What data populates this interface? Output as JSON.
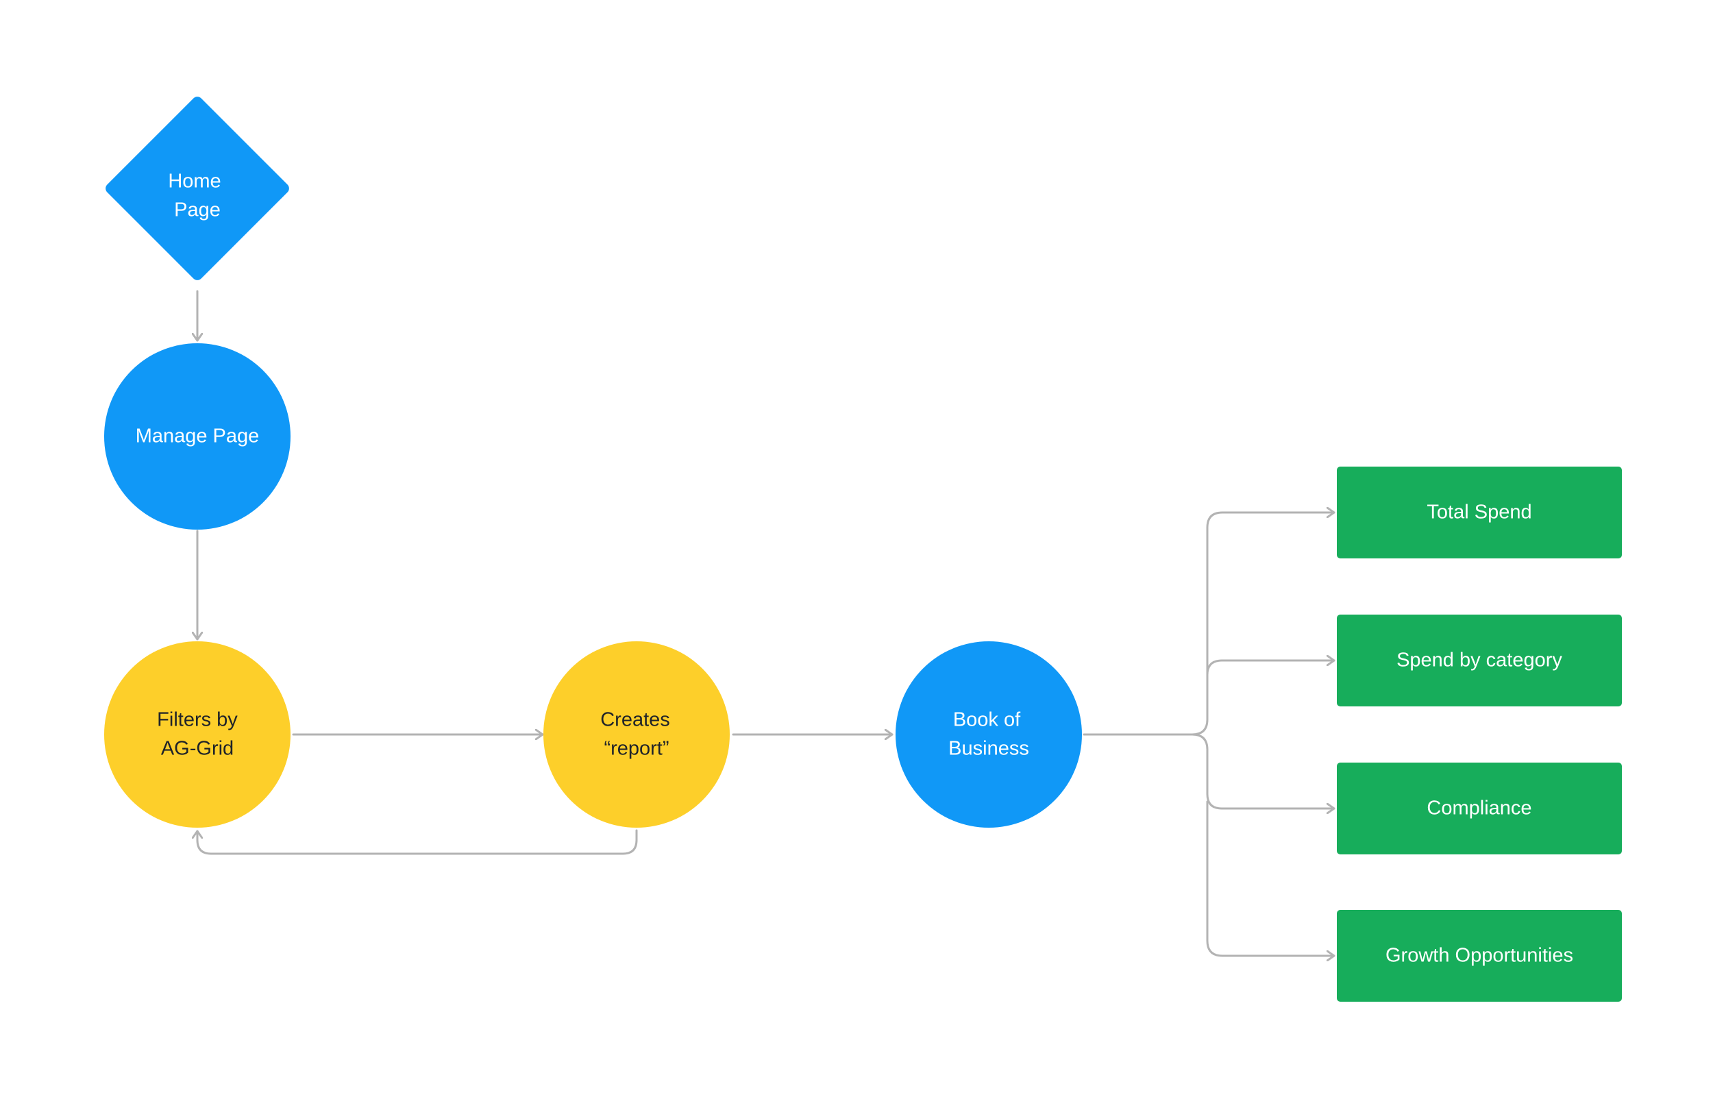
{
  "colors": {
    "blue": "#1098f7",
    "yellow": "#fdcf2a",
    "green": "#17ad5b",
    "connector": "#b3b3b3"
  },
  "nodes": {
    "home_page": {
      "line1": "Home",
      "line2": "Page"
    },
    "manage_page": {
      "label": "Manage Page"
    },
    "filters": {
      "line1": "Filters by",
      "line2": "AG-Grid"
    },
    "creates_report": {
      "line1": "Creates",
      "line2": "“report”"
    },
    "book_of_business": {
      "line1": "Book of",
      "line2": "Business"
    },
    "total_spend": {
      "label": "Total Spend"
    },
    "spend_by_category": {
      "label": "Spend by category"
    },
    "compliance": {
      "label": "Compliance"
    },
    "growth_opportunities": {
      "label": "Growth Opportunities"
    }
  }
}
